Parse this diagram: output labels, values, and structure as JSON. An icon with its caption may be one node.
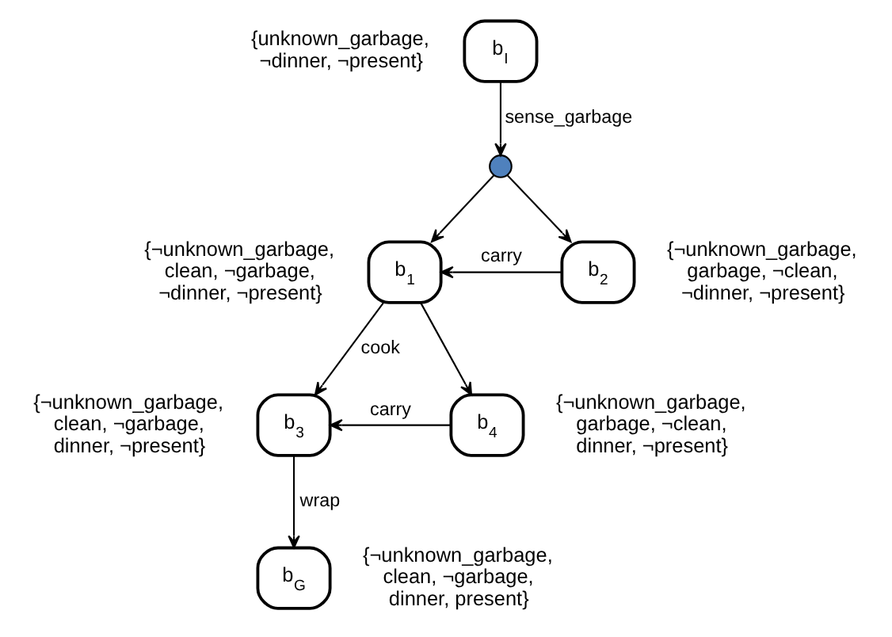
{
  "diagram": {
    "nodes": [
      {
        "text": [
          "b$_{I}$"
        ],
        "beside": [
          "{unknown_garbage, ¬dinner, ¬present}"
        ]
      },
      {
        "text": [],
        "shape": "circle"
      },
      {
        "text": [
          "b$_{1}$"
        ],
        "beside": [
          "{¬unknown_garbage, clean, ¬garbage, ¬dinner, ¬present}"
        ]
      },
      {
        "text": [
          "b$_{2}$"
        ],
        "beside": [
          "{¬unknown_garbage, garbage, ¬clean, ¬dinner, ¬present}"
        ]
      },
      {
        "text": [
          "b$_{3}$"
        ],
        "beside": [
          "{¬unknown_garbage, clean, ¬garbage, dinner, ¬present}"
        ]
      },
      {
        "text": [
          "b$_{4}$"
        ],
        "beside": [
          "{¬unknown_garbage, garbage, ¬clean, dinner, ¬present}"
        ]
      },
      {
        "text": [
          "b$_{G}$"
        ],
        "beside": [
          "{¬unknown_garbage, clean, ¬garbage, dinner, present}"
        ]
      }
    ],
    "edges": [
      {
        "from": 0,
        "to": 1,
        "arrow": "to",
        "label": "sense_garbage"
      },
      {
        "from": 1,
        "to": 2,
        "arrow": "to"
      },
      {
        "from": 1,
        "to": 3,
        "arrow": "to"
      },
      {
        "from": 3,
        "to": 2,
        "arrow": "to",
        "label": "carry"
      },
      {
        "from": 2,
        "to": 4,
        "arrow": "to",
        "label": "cook"
      },
      {
        "from": 2,
        "to": 5,
        "arrow": "to"
      },
      {
        "from": 5,
        "to": 4,
        "arrow": "to",
        "label": "carry"
      },
      {
        "from": 4,
        "to": 6,
        "arrow": "to",
        "label": "wrap"
      }
    ]
  }
}
